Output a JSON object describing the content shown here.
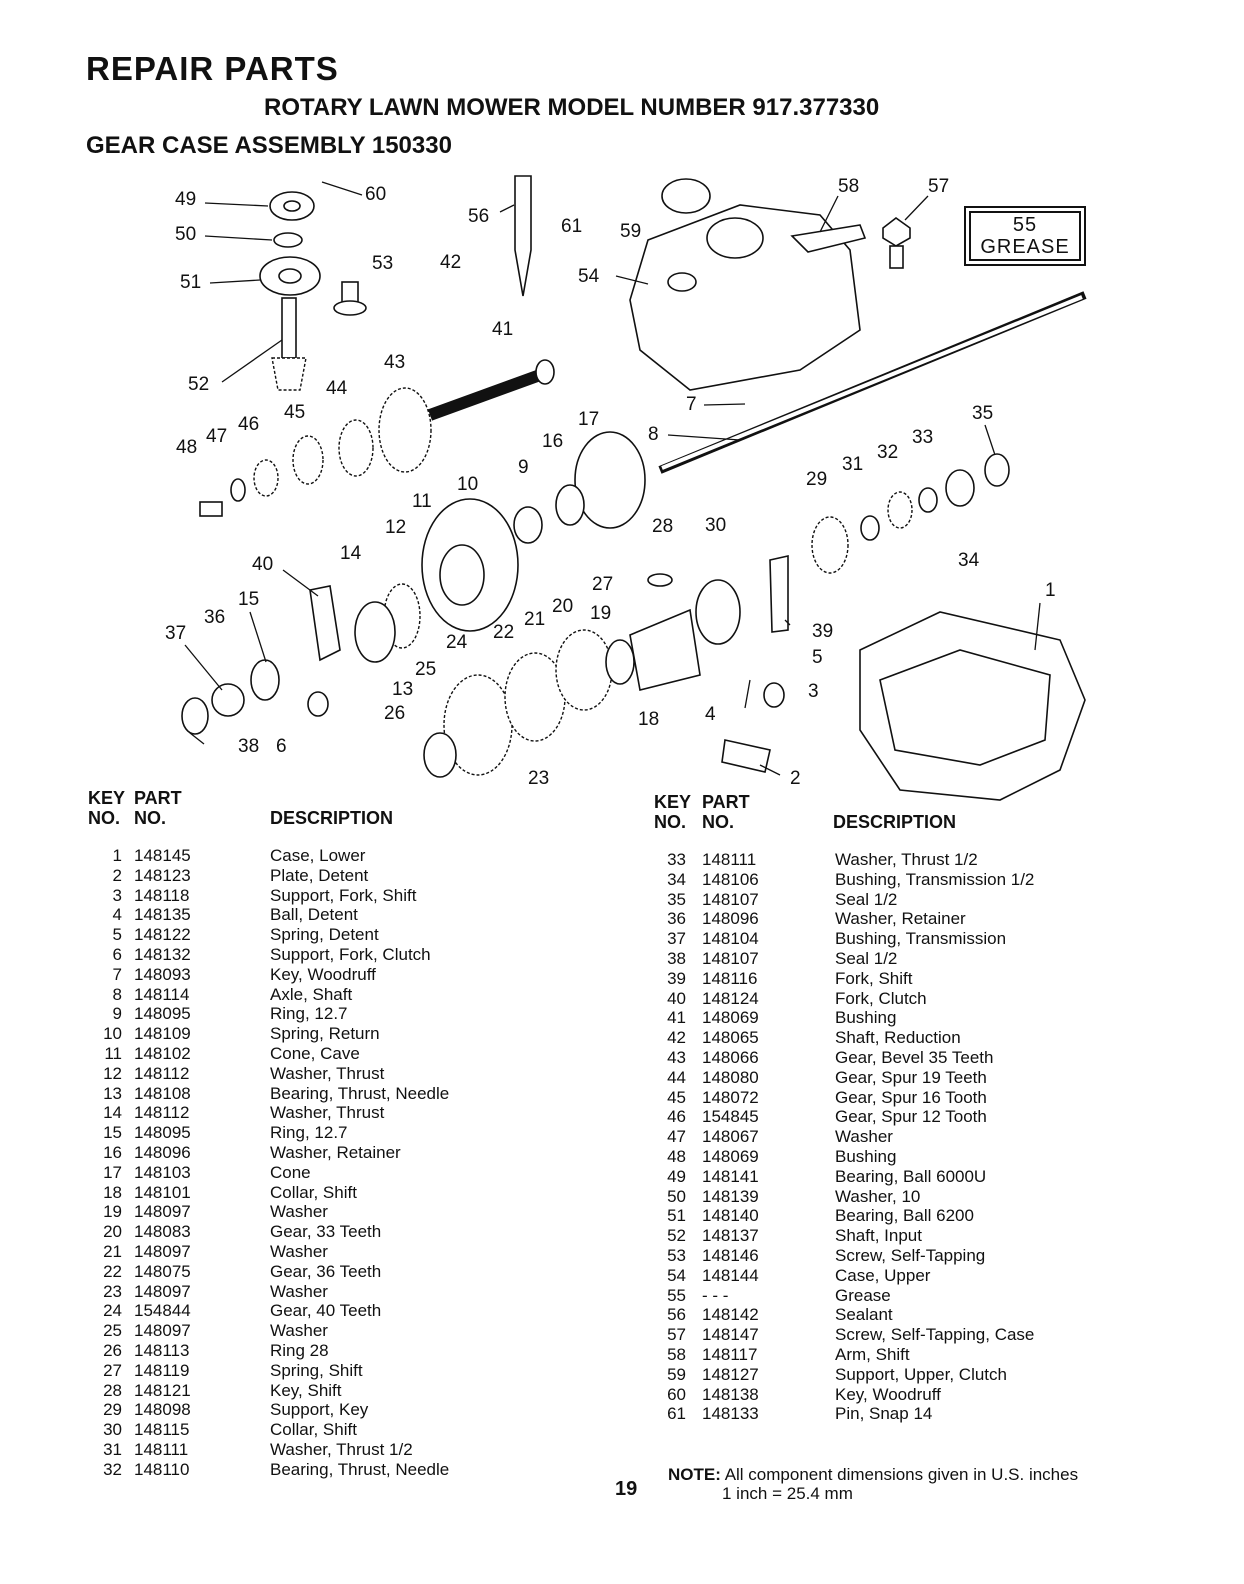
{
  "header": {
    "title": "REPAIR PARTS",
    "model_line": "ROTARY LAWN MOWER MODEL NUMBER 917.377330",
    "assembly": "GEAR CASE ASSEMBLY 150330"
  },
  "grease_box": {
    "number": "55",
    "label": "GREASE"
  },
  "diagram_callouts": [
    "1",
    "2",
    "3",
    "4",
    "5",
    "6",
    "7",
    "8",
    "9",
    "10",
    "11",
    "12",
    "13",
    "14",
    "15",
    "16",
    "17",
    "18",
    "19",
    "20",
    "21",
    "22",
    "23",
    "24",
    "25",
    "26",
    "27",
    "28",
    "29",
    "30",
    "31",
    "32",
    "33",
    "34",
    "35",
    "36",
    "37",
    "38",
    "39",
    "40",
    "41",
    "42",
    "43",
    "44",
    "45",
    "46",
    "47",
    "48",
    "49",
    "50",
    "51",
    "52",
    "53",
    "54",
    "56",
    "57",
    "58",
    "59",
    "60",
    "61"
  ],
  "table_headers": {
    "key": "KEY",
    "key2": "NO.",
    "part": "PART",
    "part2": "NO.",
    "description": "DESCRIPTION"
  },
  "parts_left": [
    {
      "key": "1",
      "part": "148145",
      "desc": "Case, Lower"
    },
    {
      "key": "2",
      "part": "148123",
      "desc": "Plate, Detent"
    },
    {
      "key": "3",
      "part": "148118",
      "desc": "Support, Fork, Shift"
    },
    {
      "key": "4",
      "part": "148135",
      "desc": "Ball, Detent"
    },
    {
      "key": "5",
      "part": "148122",
      "desc": "Spring, Detent"
    },
    {
      "key": "6",
      "part": "148132",
      "desc": "Support, Fork, Clutch"
    },
    {
      "key": "7",
      "part": "148093",
      "desc": "Key, Woodruff"
    },
    {
      "key": "8",
      "part": "148114",
      "desc": "Axle, Shaft"
    },
    {
      "key": "9",
      "part": "148095",
      "desc": "Ring, 12.7"
    },
    {
      "key": "10",
      "part": "148109",
      "desc": "Spring, Return"
    },
    {
      "key": "11",
      "part": "148102",
      "desc": "Cone, Cave"
    },
    {
      "key": "12",
      "part": "148112",
      "desc": "Washer, Thrust"
    },
    {
      "key": "13",
      "part": "148108",
      "desc": "Bearing, Thrust, Needle"
    },
    {
      "key": "14",
      "part": "148112",
      "desc": "Washer, Thrust"
    },
    {
      "key": "15",
      "part": "148095",
      "desc": "Ring, 12.7"
    },
    {
      "key": "16",
      "part": "148096",
      "desc": "Washer, Retainer"
    },
    {
      "key": "17",
      "part": "148103",
      "desc": "Cone"
    },
    {
      "key": "18",
      "part": "148101",
      "desc": "Collar, Shift"
    },
    {
      "key": "19",
      "part": "148097",
      "desc": "Washer"
    },
    {
      "key": "20",
      "part": "148083",
      "desc": "Gear, 33 Teeth"
    },
    {
      "key": "21",
      "part": "148097",
      "desc": "Washer"
    },
    {
      "key": "22",
      "part": "148075",
      "desc": "Gear, 36 Teeth"
    },
    {
      "key": "23",
      "part": "148097",
      "desc": "Washer"
    },
    {
      "key": "24",
      "part": "154844",
      "desc": "Gear, 40 Teeth"
    },
    {
      "key": "25",
      "part": "148097",
      "desc": "Washer"
    },
    {
      "key": "26",
      "part": "148113",
      "desc": "Ring 28"
    },
    {
      "key": "27",
      "part": "148119",
      "desc": "Spring, Shift"
    },
    {
      "key": "28",
      "part": "148121",
      "desc": "Key, Shift"
    },
    {
      "key": "29",
      "part": "148098",
      "desc": "Support, Key"
    },
    {
      "key": "30",
      "part": "148115",
      "desc": "Collar, Shift"
    },
    {
      "key": "31",
      "part": "148111",
      "desc": "Washer, Thrust 1/2"
    },
    {
      "key": "32",
      "part": "148110",
      "desc": "Bearing, Thrust, Needle"
    }
  ],
  "parts_right": [
    {
      "key": "33",
      "part": "148111",
      "desc": "Washer, Thrust 1/2"
    },
    {
      "key": "34",
      "part": "148106",
      "desc": "Bushing, Transmission 1/2"
    },
    {
      "key": "35",
      "part": "148107",
      "desc": "Seal 1/2"
    },
    {
      "key": "36",
      "part": "148096",
      "desc": "Washer, Retainer"
    },
    {
      "key": "37",
      "part": "148104",
      "desc": "Bushing, Transmission"
    },
    {
      "key": "38",
      "part": "148107",
      "desc": "Seal 1/2"
    },
    {
      "key": "39",
      "part": "148116",
      "desc": "Fork, Shift"
    },
    {
      "key": "40",
      "part": "148124",
      "desc": "Fork, Clutch"
    },
    {
      "key": "41",
      "part": "148069",
      "desc": "Bushing"
    },
    {
      "key": "42",
      "part": "148065",
      "desc": "Shaft, Reduction"
    },
    {
      "key": "43",
      "part": "148066",
      "desc": "Gear, Bevel 35 Teeth"
    },
    {
      "key": "44",
      "part": "148080",
      "desc": "Gear, Spur 19 Teeth"
    },
    {
      "key": "45",
      "part": "148072",
      "desc": "Gear, Spur 16 Tooth"
    },
    {
      "key": "46",
      "part": "154845",
      "desc": "Gear, Spur 12 Tooth"
    },
    {
      "key": "47",
      "part": "148067",
      "desc": "Washer"
    },
    {
      "key": "48",
      "part": "148069",
      "desc": "Bushing"
    },
    {
      "key": "49",
      "part": "148141",
      "desc": "Bearing, Ball 6000U"
    },
    {
      "key": "50",
      "part": "148139",
      "desc": "Washer, 10"
    },
    {
      "key": "51",
      "part": "148140",
      "desc": "Bearing, Ball 6200"
    },
    {
      "key": "52",
      "part": "148137",
      "desc": "Shaft, Input"
    },
    {
      "key": "53",
      "part": "148146",
      "desc": "Screw, Self-Tapping"
    },
    {
      "key": "54",
      "part": "148144",
      "desc": "Case, Upper"
    },
    {
      "key": "55",
      "part": "- - -",
      "desc": "Grease"
    },
    {
      "key": "56",
      "part": "148142",
      "desc": "Sealant"
    },
    {
      "key": "57",
      "part": "148147",
      "desc": "Screw, Self-Tapping, Case"
    },
    {
      "key": "58",
      "part": "148117",
      "desc": "Arm, Shift"
    },
    {
      "key": "59",
      "part": "148127",
      "desc": "Support, Upper, Clutch"
    },
    {
      "key": "60",
      "part": "148138",
      "desc": "Key, Woodruff"
    },
    {
      "key": "61",
      "part": "148133",
      "desc": "Pin, Snap 14"
    }
  ],
  "note": {
    "label": "NOTE:",
    "text": "All component dimensions given in U.S. inches",
    "conversion": "1 inch = 25.4 mm"
  },
  "page_number": "19"
}
